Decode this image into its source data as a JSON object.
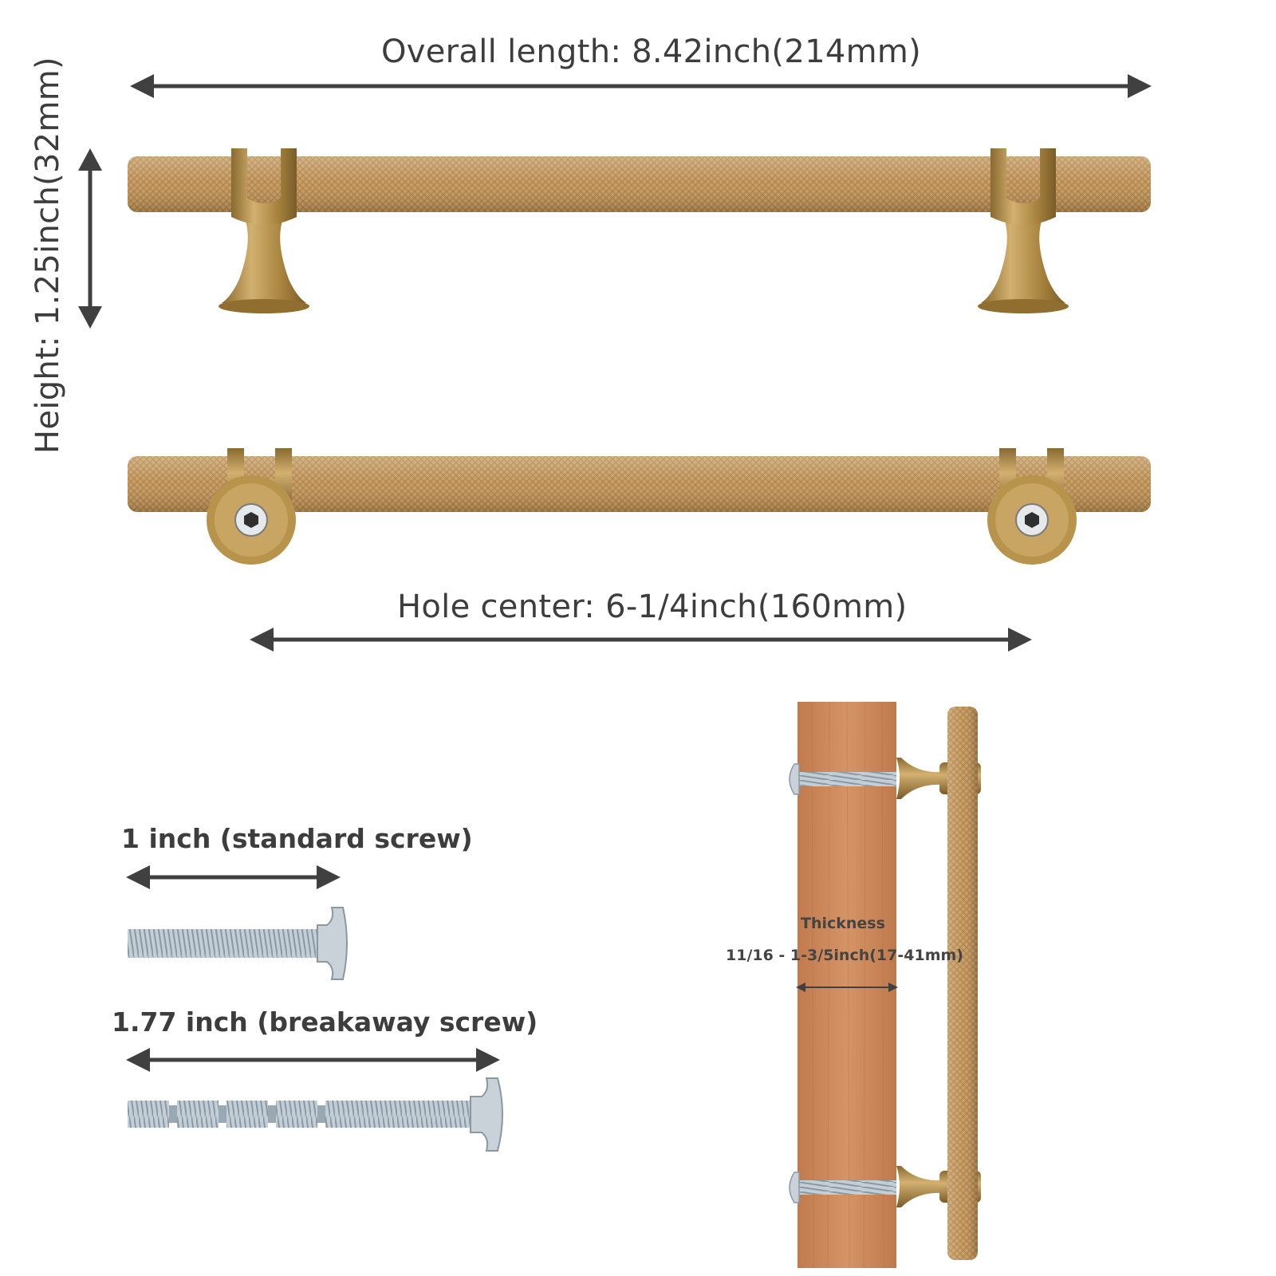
{
  "dimensions": {
    "overall_length": "Overall length:  8.42inch(214mm)",
    "height": "Height: 1.25inch(32mm)",
    "hole_center": "Hole center: 6-1/4inch(160mm)"
  },
  "screws": {
    "standard": "1 inch (standard screw)",
    "breakaway": "1.77 inch (breakaway screw)"
  },
  "installation": {
    "thickness_title": "Thickness",
    "thickness_range": "11/16  -  1-3/5inch(17-41mm)"
  },
  "colors": {
    "brass": "#c89a5e",
    "brass_dark": "#9d7a3c",
    "wood": "#c9845a",
    "arrow": "#404040",
    "screw": "#b8c4cc"
  }
}
